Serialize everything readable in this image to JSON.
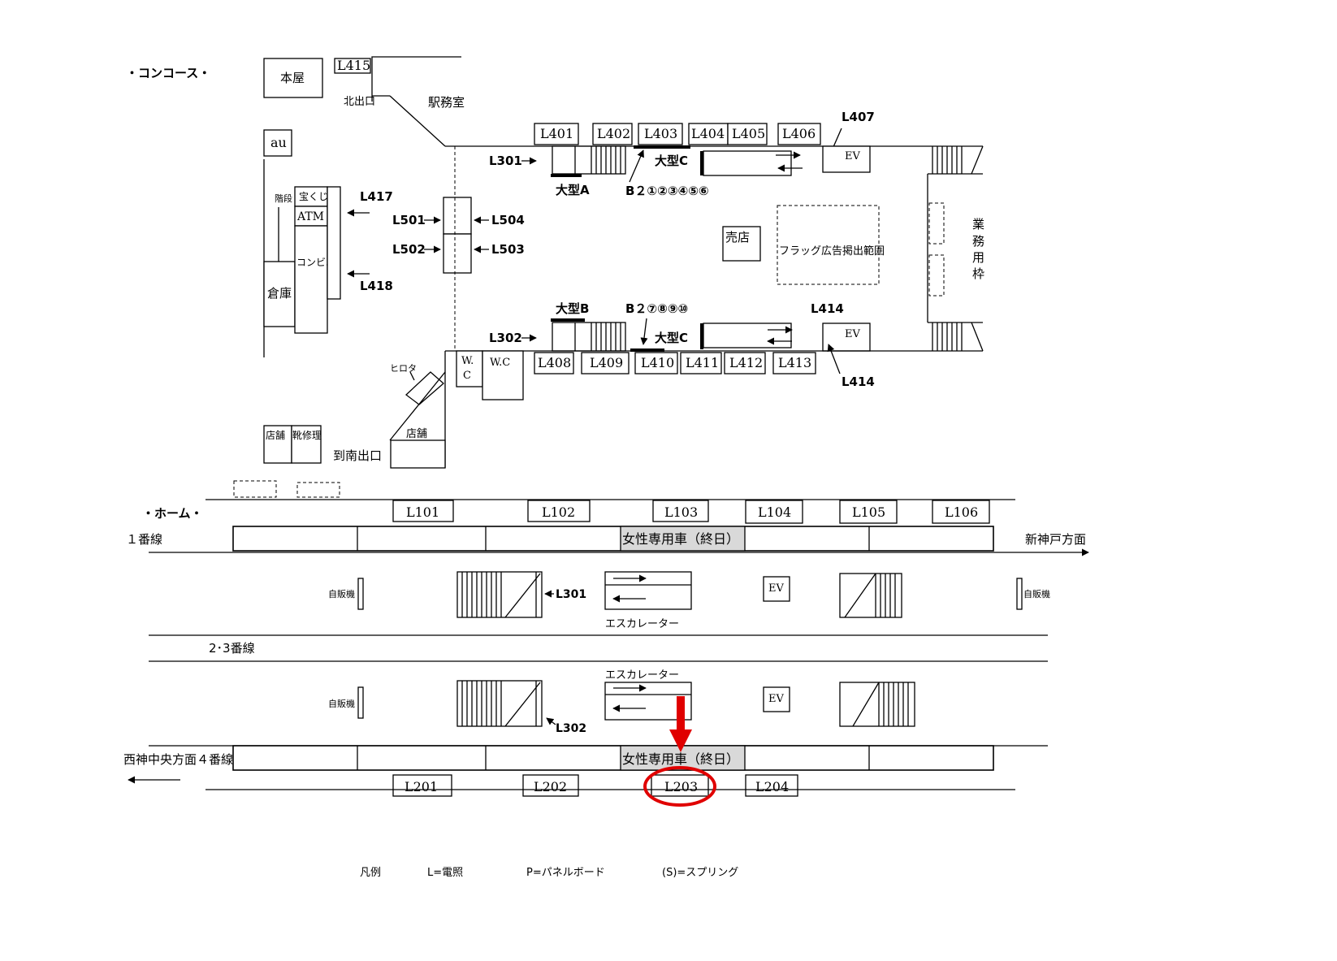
{
  "sections": {
    "concourse": "・コンコース・",
    "platform": "・ホーム・"
  },
  "concourse": {
    "honya": "本屋",
    "north_exit": "北出口",
    "station_office": "駅務室",
    "au": "au",
    "stairs": "階段",
    "takarakuji": "宝くじ",
    "atm": "ATM",
    "konbini": "コンビニ",
    "souko": "倉庫",
    "baiten": "売店",
    "flag_area": "フラッグ広告掲出範囲",
    "gyomu": [
      "業",
      "務",
      "用",
      "枠"
    ],
    "ev": "EV",
    "wc1": [
      "W.",
      "C"
    ],
    "wc2": "W.C",
    "hirota": "ヒロタ",
    "tenpo": "店舗",
    "tenpo2": "店舗",
    "kutsu": "靴修理",
    "south_exit": "到南出口",
    "oogata_a": "大型A",
    "oogata_b": "大型B",
    "oogata_c": "大型C",
    "oogata_c2": "大型C",
    "b2_top": "B２①②③④⑤⑥",
    "b2_bottom": "B２⑦⑧⑨⑩",
    "l415": "L415",
    "l401": "L401",
    "l402": "L402",
    "l403": "L403",
    "l404": "L404",
    "l405": "L405",
    "l406": "L406",
    "l407": "L407",
    "l408": "L408",
    "l409": "L409",
    "l410": "L410",
    "l411": "L411",
    "l412": "L412",
    "l413": "L413",
    "l414_top": "L414",
    "l414_bottom": "L414",
    "l417": "L417",
    "l418": "L418",
    "l301": "L301",
    "l302": "L302",
    "l501": "L501",
    "l502": "L502",
    "l503": "L503",
    "l504": "L504"
  },
  "platform": {
    "track1": "１番線",
    "direction_right": "新神戸方面",
    "track23": "2･3番線",
    "track4": "西神中央方面４番線",
    "women_car": "女性専用車（終日）",
    "women_car2": "女性専用車（終日）",
    "vending": "自販機",
    "vending2": "自販機",
    "vending3": "自販機",
    "escalator": "エスカレーター",
    "escalator2": "エスカレーター",
    "ev": "EV",
    "ev2": "EV",
    "l301": "L301",
    "l302": "L302",
    "top_boards": [
      "L101",
      "L102",
      "L103",
      "L104",
      "L105",
      "L106"
    ],
    "bottom_boards": [
      "L201",
      "L202",
      "L203",
      "L204"
    ],
    "highlighted": "L203",
    "highlight_color": "#e00000",
    "women_car_color": "#d9d9d9"
  },
  "legend": {
    "title": "凡例",
    "l": "L=電照",
    "p": "P=パネルボード",
    "s": "(S)=スプリング"
  }
}
